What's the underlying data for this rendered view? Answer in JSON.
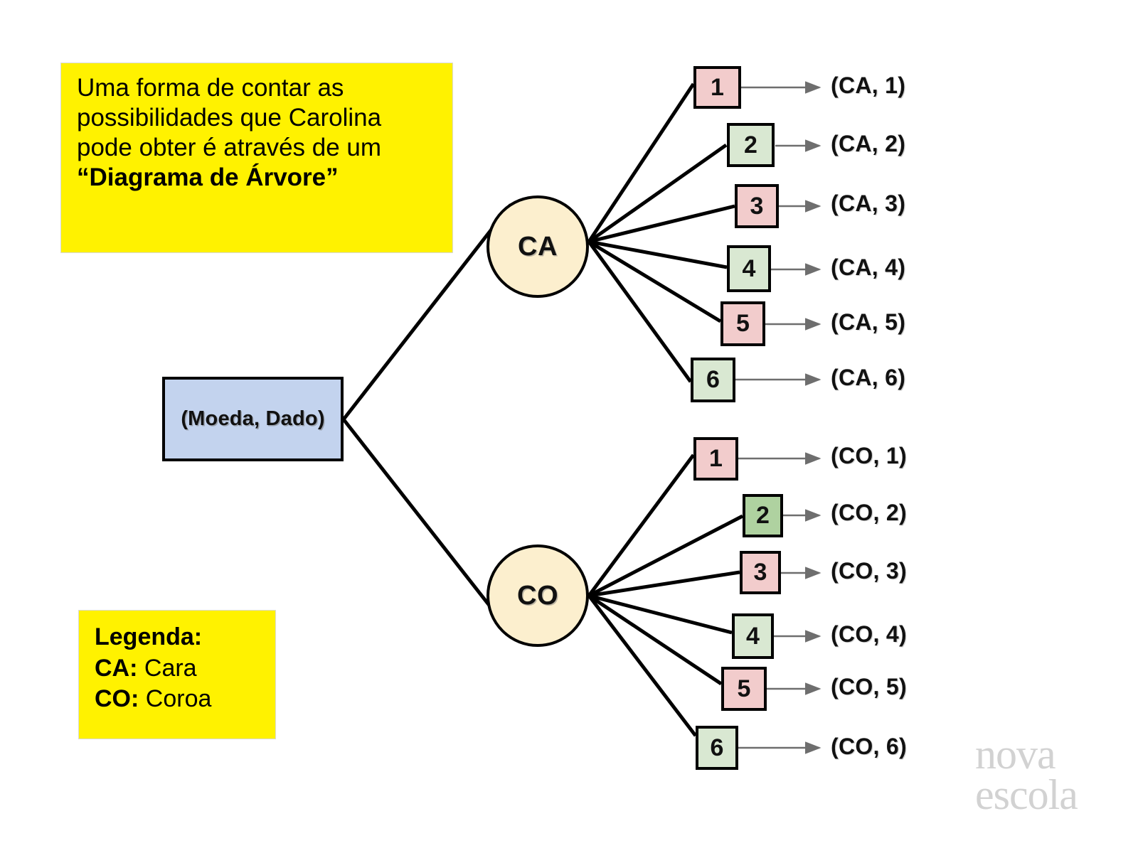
{
  "note": {
    "lines": [
      "Uma forma de contar as",
      "possibilidades que Carolina",
      "pode obter é através de um"
    ],
    "emphasis": "“Diagrama de Árvore”",
    "bg_color": "#FFF200"
  },
  "legend": {
    "title": "Legenda:",
    "entries": [
      {
        "key": "CA:",
        "value": "Cara"
      },
      {
        "key": "CO:",
        "value": "Coroa"
      }
    ],
    "bg_color": "#FFF200"
  },
  "root": {
    "label": "(Moeda, Dado)",
    "fill": "#C3D3EE",
    "stroke": "#000000"
  },
  "branches": [
    {
      "node_label": "CA",
      "node_fill": "#FCEFCE",
      "leaves": [
        {
          "number": "1",
          "fill": "#F2CCCC",
          "outcome": "(CA, 1)"
        },
        {
          "number": "2",
          "fill": "#D9E8D2",
          "outcome": "(CA, 2)"
        },
        {
          "number": "3",
          "fill": "#F2CCCC",
          "outcome": "(CA, 3)"
        },
        {
          "number": "4",
          "fill": "#D9E8D2",
          "outcome": "(CA, 4)"
        },
        {
          "number": "5",
          "fill": "#F2CCCC",
          "outcome": "(CA, 5)"
        },
        {
          "number": "6",
          "fill": "#D9E8D2",
          "outcome": "(CA, 6)"
        }
      ]
    },
    {
      "node_label": "CO",
      "node_fill": "#FCEFCE",
      "leaves": [
        {
          "number": "1",
          "fill": "#F2CCCC",
          "outcome": "(CO, 1)"
        },
        {
          "number": "2",
          "fill": "#AFD2A0",
          "outcome": "(CO, 2)"
        },
        {
          "number": "3",
          "fill": "#F2CCCC",
          "outcome": "(CO, 3)"
        },
        {
          "number": "4",
          "fill": "#D9E8D2",
          "outcome": "(CO, 4)"
        },
        {
          "number": "5",
          "fill": "#F2CCCC",
          "outcome": "(CO, 5)"
        },
        {
          "number": "6",
          "fill": "#D9E8D2",
          "outcome": "(CO, 6)"
        }
      ]
    }
  ],
  "watermark": {
    "line1": "nova",
    "line2": "escola",
    "color": "#D2D2D2"
  }
}
